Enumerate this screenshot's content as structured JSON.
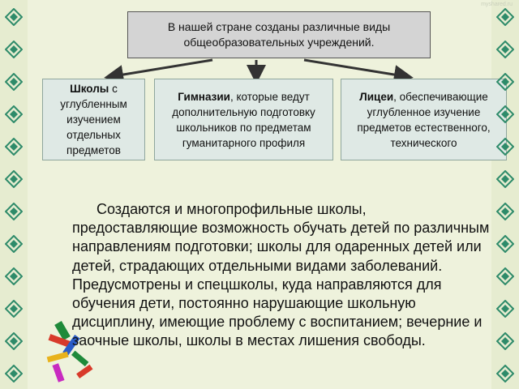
{
  "watermark": "myshared.ru",
  "diagram": {
    "top_box": "В нашей стране созданы различные виды общеобразовательных учреждений.",
    "boxes": [
      {
        "bold": "Школы",
        "rest": " с углубленным изучением отдельных предметов"
      },
      {
        "bold": "Гимназии",
        "rest": ", которые ведут дополнительную подготовку школьников по предметам гуманитарного профиля"
      },
      {
        "bold": "Лицеи",
        "rest": ", обеспечивающие углубленное изучение предметов естественного, технического"
      }
    ]
  },
  "paragraph": "Создаются и многопрофильные школы, предоставляющие возможность обучать детей  по различным направлениям подготовки; школы для одаренных детей или детей, страдающих отдельными видами заболеваний. Предусмотрены и спецшколы, куда направляются для обучения дети, постоянно нарушающие школьную дисциплину, имеющие проблему с воспитанием; вечерние и заочные школы, школы в местах лишения свободы.",
  "colors": {
    "background": "#eef2dc",
    "ornament": "#2e8b6a",
    "top_box_fill": "#d4d4d4",
    "sub_box_fill": "#dfe9e5",
    "arrow": "#333333"
  },
  "icons": [
    "diamond-ornament-icon",
    "colorful-letters-decoration"
  ]
}
